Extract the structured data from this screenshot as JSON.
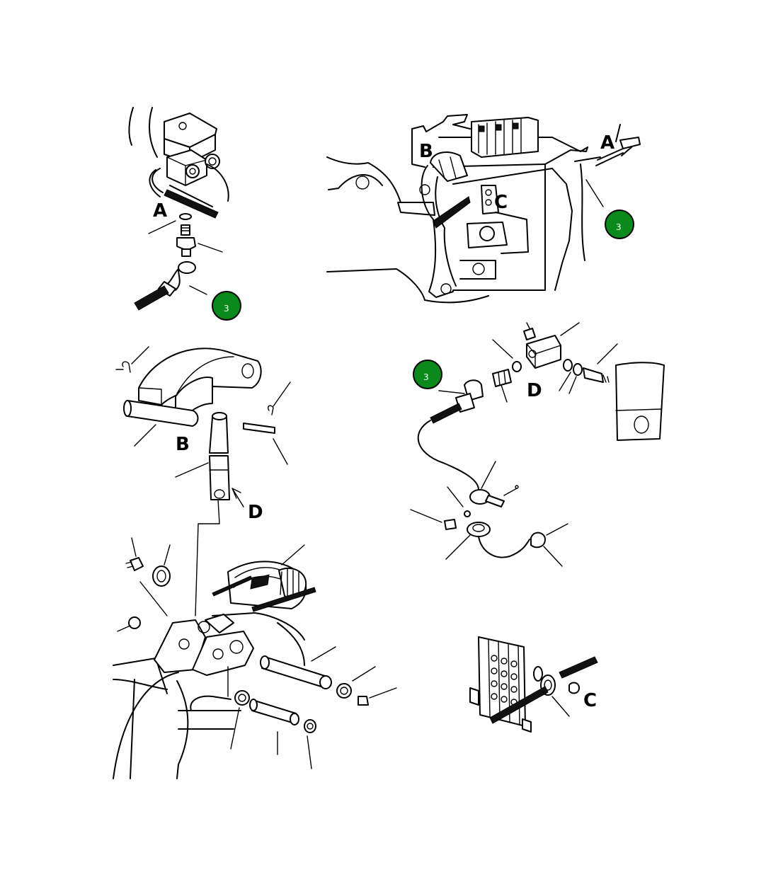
{
  "detail_labels": {
    "A": "A",
    "B": "B",
    "C": "C",
    "D": "D"
  },
  "callouts": {
    "top_left": "3",
    "top_right": "3",
    "middle_right": "3"
  },
  "colors": {
    "callout_fill": "#0a8a1a",
    "line": "#000000",
    "background": "#ffffff"
  }
}
